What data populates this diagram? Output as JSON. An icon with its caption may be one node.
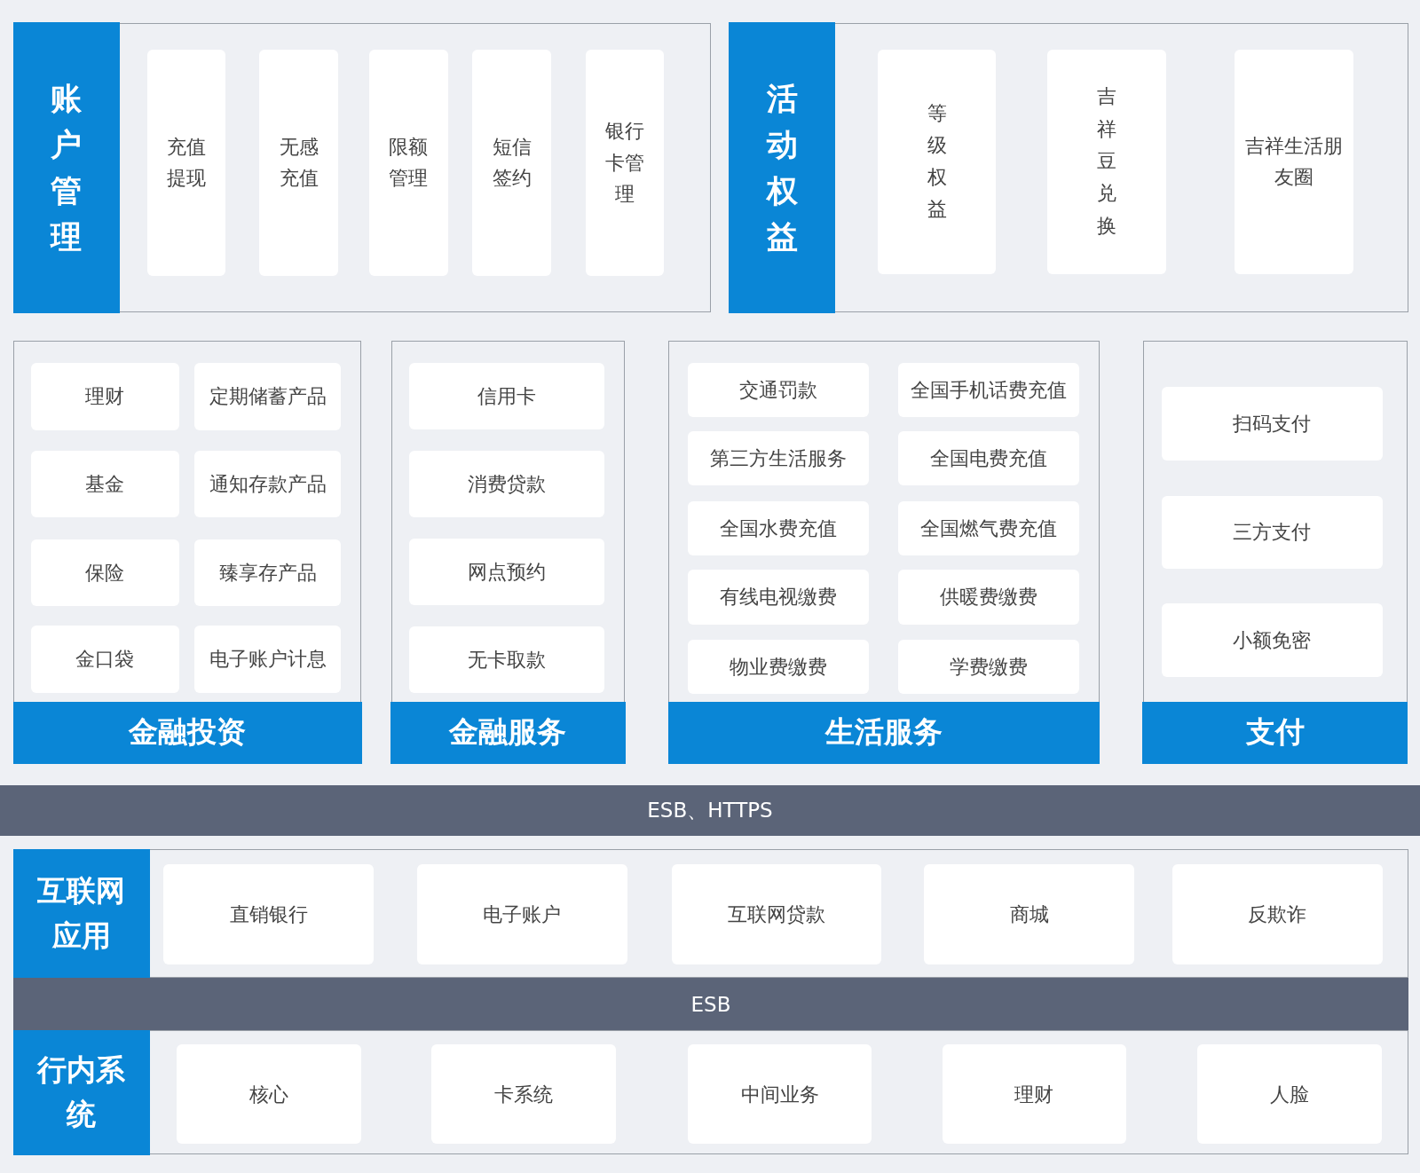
{
  "diagram": {
    "nodes": [
      {
        "text": [
          "账户管理"
        ]
      },
      {
        "text": [
          "充值提现"
        ],
        "in": 0
      },
      {
        "text": [
          "无感充值"
        ],
        "in": 0
      },
      {
        "text": [
          "限额管理"
        ],
        "in": 0
      },
      {
        "text": [
          "短信签约"
        ],
        "in": 0
      },
      {
        "text": [
          "银行卡管理"
        ],
        "in": 0
      },
      {
        "text": [
          "活动权益"
        ]
      },
      {
        "text": [
          "等级权益"
        ],
        "in": 6
      },
      {
        "text": [
          "吉祥豆兑换"
        ],
        "in": 6
      },
      {
        "text": [
          "吉祥生活朋友圈"
        ],
        "in": 6
      },
      {
        "text": [
          "金融投资"
        ]
      },
      {
        "text": [
          "理财"
        ],
        "in": 10
      },
      {
        "text": [
          "定期储蓄产品"
        ],
        "in": 10
      },
      {
        "text": [
          "基金"
        ],
        "in": 10
      },
      {
        "text": [
          "通知存款产品"
        ],
        "in": 10
      },
      {
        "text": [
          "保险"
        ],
        "in": 10
      },
      {
        "text": [
          "臻享存产品"
        ],
        "in": 10
      },
      {
        "text": [
          "金口袋"
        ],
        "in": 10
      },
      {
        "text": [
          "电子账户计息"
        ],
        "in": 10
      },
      {
        "text": [
          "金融服务"
        ]
      },
      {
        "text": [
          "信用卡"
        ],
        "in": 19
      },
      {
        "text": [
          "消费贷款"
        ],
        "in": 19
      },
      {
        "text": [
          "网点预约"
        ],
        "in": 19
      },
      {
        "text": [
          "无卡取款"
        ],
        "in": 19
      },
      {
        "text": [
          "生活服务"
        ]
      },
      {
        "text": [
          "交通罚款"
        ],
        "in": 24
      },
      {
        "text": [
          "全国手机话费充值"
        ],
        "in": 24
      },
      {
        "text": [
          "第三方生活服务"
        ],
        "in": 24
      },
      {
        "text": [
          "全国电费充值"
        ],
        "in": 24
      },
      {
        "text": [
          "全国水费充值"
        ],
        "in": 24
      },
      {
        "text": [
          "全国燃气费充值"
        ],
        "in": 24
      },
      {
        "text": [
          "有线电视缴费"
        ],
        "in": 24
      },
      {
        "text": [
          "供暖费缴费"
        ],
        "in": 24
      },
      {
        "text": [
          "物业费缴费"
        ],
        "in": 24
      },
      {
        "text": [
          "学费缴费"
        ],
        "in": 24
      },
      {
        "text": [
          "支付"
        ]
      },
      {
        "text": [
          "扫码支付"
        ],
        "in": 35
      },
      {
        "text": [
          "三方支付"
        ],
        "in": 35
      },
      {
        "text": [
          "小额免密"
        ],
        "in": 35
      },
      {
        "text": [
          "ESB、HTTPS"
        ]
      },
      {
        "text": [
          "互联网应用"
        ]
      },
      {
        "text": [
          "直销银行"
        ],
        "in": 40
      },
      {
        "text": [
          "电子账户"
        ],
        "in": 40
      },
      {
        "text": [
          "互联网贷款"
        ],
        "in": 40
      },
      {
        "text": [
          "商城"
        ],
        "in": 40
      },
      {
        "text": [
          "反欺诈"
        ],
        "in": 40
      },
      {
        "text": [
          "ESB"
        ]
      },
      {
        "text": [
          "行内系统"
        ]
      },
      {
        "text": [
          "核心"
        ],
        "in": 47
      },
      {
        "text": [
          "卡系统"
        ],
        "in": 47
      },
      {
        "text": [
          "中间业务"
        ],
        "in": 47
      },
      {
        "text": [
          "理财"
        ],
        "in": 47
      },
      {
        "text": [
          "人脸"
        ],
        "in": 47
      }
    ]
  }
}
